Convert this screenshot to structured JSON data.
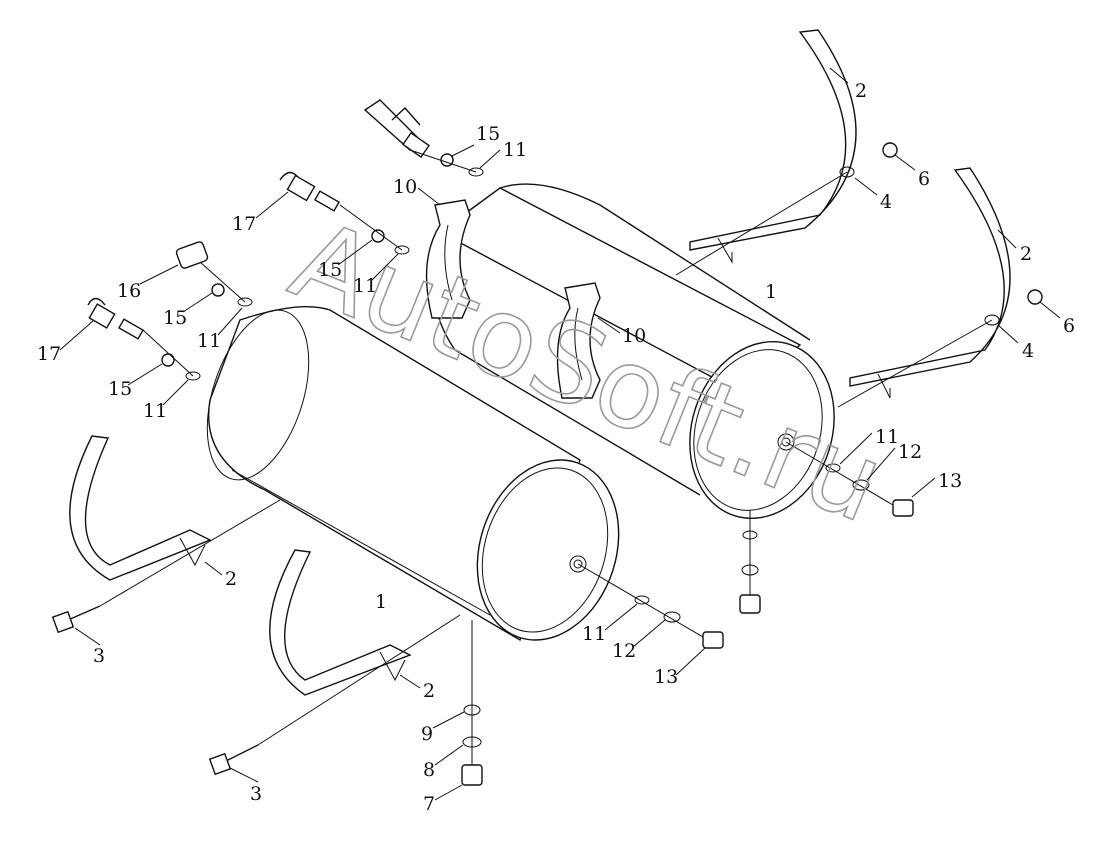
{
  "watermark": "AutoSoft.ru",
  "labels": {
    "l1a": "1",
    "l1b": "1",
    "l2a": "2",
    "l2b": "2",
    "l2c": "2",
    "l2d": "2",
    "l3a": "3",
    "l3b": "3",
    "l4a": "4",
    "l4b": "4",
    "l6a": "6",
    "l6b": "6",
    "l7": "7",
    "l8": "8",
    "l9": "9",
    "l10a": "10",
    "l10b": "10",
    "l11a": "11",
    "l11b": "11",
    "l11c": "11",
    "l11d": "11",
    "l11e": "11",
    "l11f": "11",
    "l12a": "12",
    "l12b": "12",
    "l13a": "13",
    "l13b": "13",
    "l15a": "15",
    "l15b": "15",
    "l15c": "15",
    "l15d": "15",
    "l16": "16",
    "l17a": "17",
    "l17b": "17"
  }
}
